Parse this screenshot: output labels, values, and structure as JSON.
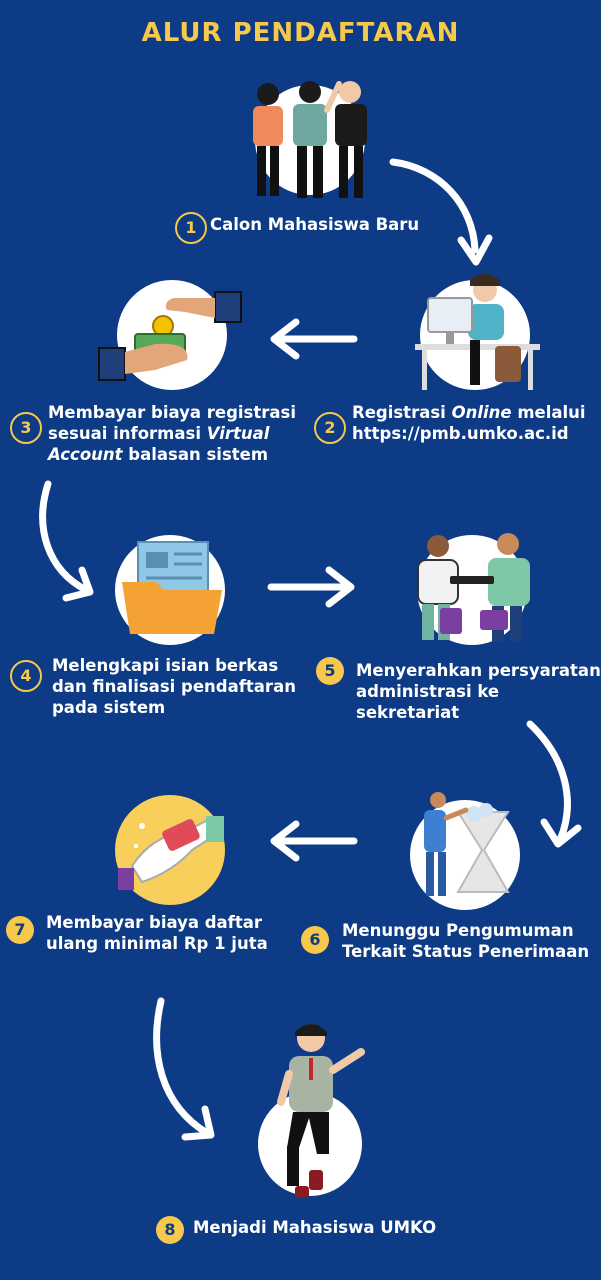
{
  "title": "ALUR PENDAFTARAN",
  "colors": {
    "background": "#0d3b86",
    "accent": "#f6c84b",
    "text": "#ffffff"
  },
  "steps": [
    {
      "number": "1",
      "lines": [
        "Calon Mahasiswa Baru"
      ]
    },
    {
      "number": "2",
      "lines": [
        "Registrasi ",
        "Online",
        " melalui",
        "https://pmb.umko.ac.id"
      ]
    },
    {
      "number": "3",
      "lines": [
        "Membayar biaya registrasi",
        "sesuai informasi ",
        "Virtual",
        "Account",
        " balasan sistem"
      ]
    },
    {
      "number": "4",
      "lines": [
        "Melengkapi isian berkas",
        "dan finalisasi pendaftaran",
        "pada sistem"
      ]
    },
    {
      "number": "5",
      "lines": [
        "Menyerahkan persyaratan",
        "administrasi ke sekretariat"
      ]
    },
    {
      "number": "6",
      "lines": [
        "Menunggu Pengumuman",
        "Terkait Status Penerimaan"
      ]
    },
    {
      "number": "7",
      "lines": [
        "Membayar biaya daftar",
        "ulang minimal Rp 1 juta"
      ]
    },
    {
      "number": "8",
      "lines": [
        "Menjadi Mahasiswa UMKO"
      ]
    }
  ],
  "illustrations": [
    "group-students-icon",
    "computer-registration-icon",
    "payment-hand-icon",
    "document-folder-icon",
    "handover-documents-icon",
    "hourglass-waiting-icon",
    "payment-card-icon",
    "graduate-student-icon"
  ]
}
